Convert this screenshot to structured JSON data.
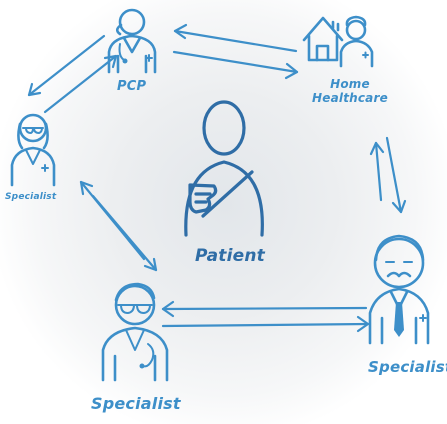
{
  "nodes": {
    "pcp": {
      "label": "PCP"
    },
    "home": {
      "label_line1": "Home",
      "label_line2": "Healthcare"
    },
    "specialist_left": {
      "label": "Specialist"
    },
    "specialist_bottom": {
      "label": "Specialist"
    },
    "specialist_right": {
      "label": "Specialist"
    },
    "patient": {
      "label": "Patient"
    }
  },
  "colors": {
    "ink": "#3d8fc9",
    "patient_ink": "#2f6da6"
  }
}
